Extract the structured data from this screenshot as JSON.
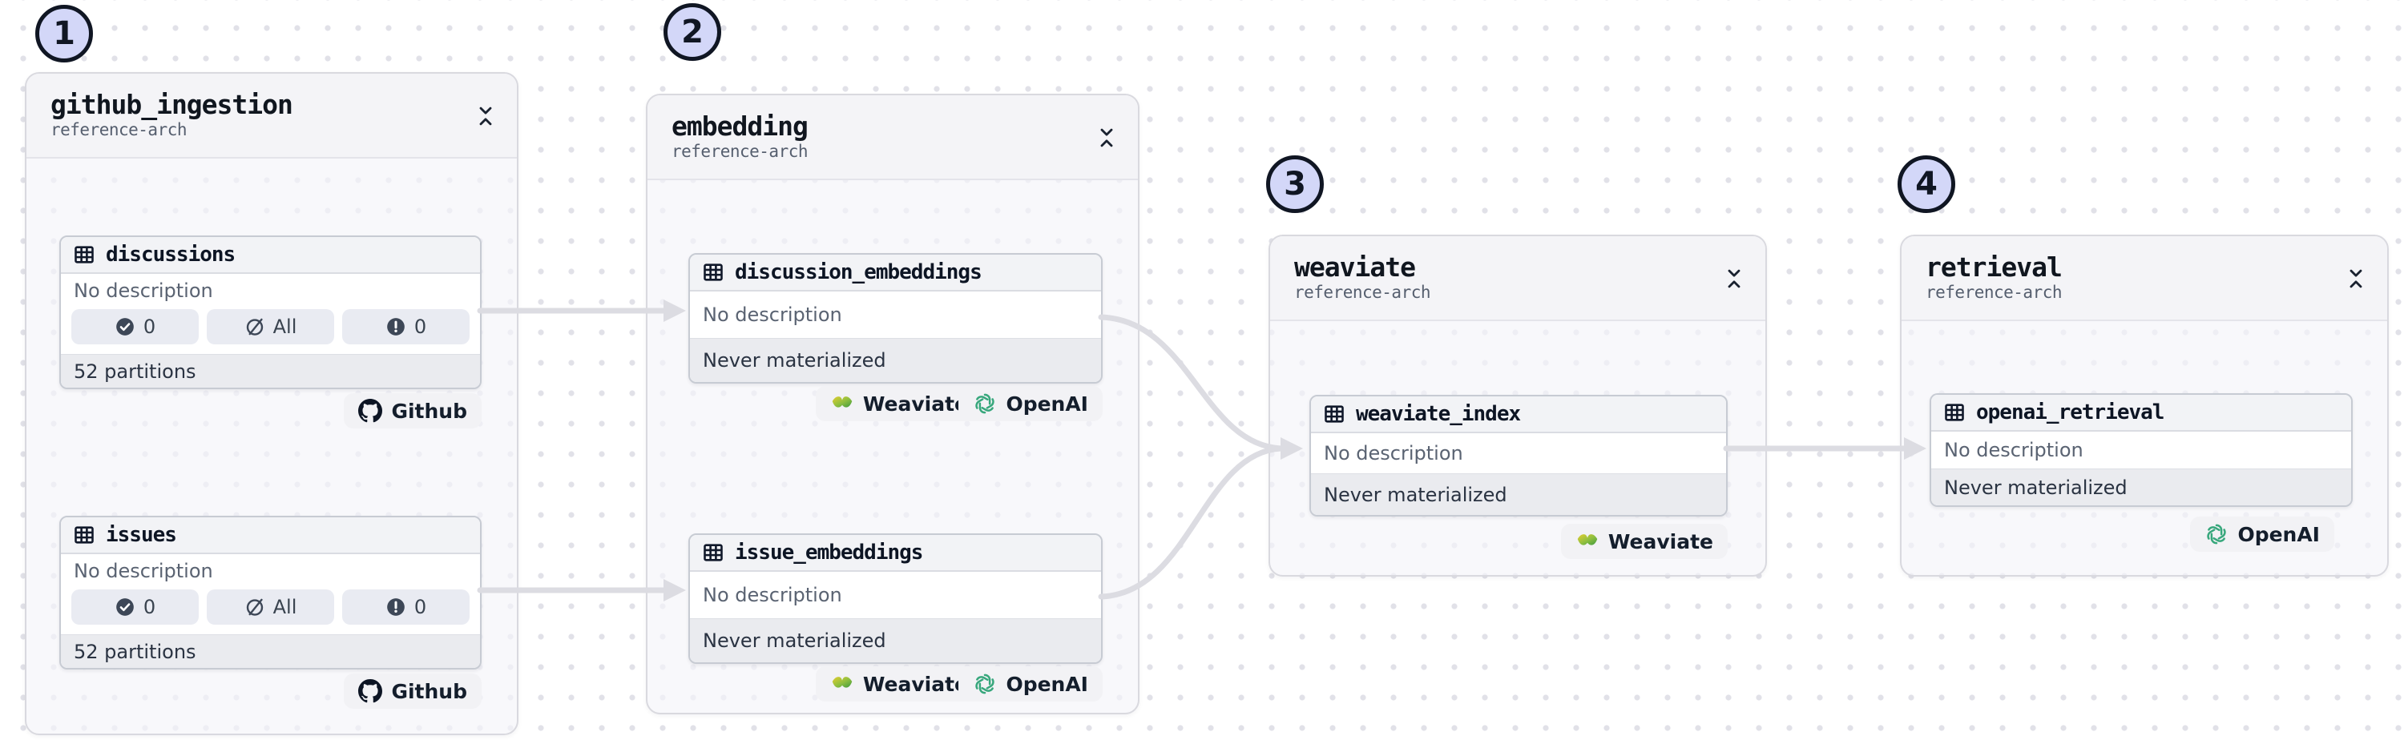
{
  "colors": {
    "step_badge_fill": "#D3D7F8",
    "step_badge_border": "#101623",
    "edge": "#DCDCE2",
    "badge_pill_bg": "#E9EBF2",
    "tag_pill_bg": "#F2F2F5",
    "group_bg": "#F5F5F9",
    "card_header_bg": "#F2F3F6",
    "muted_row_bg": "#EAEBEF",
    "openai_green": "#37A77C",
    "weaviate_green": "#3E9A3F",
    "weaviate_yellow": "#E3CE2F",
    "github_mark": "#0D1524"
  },
  "groups": [
    {
      "step": "1",
      "title": "github_ingestion",
      "subtitle": "reference-arch",
      "assets": [
        {
          "name": "discussions",
          "description": "No description",
          "badges": [
            {
              "icon": "check-circle",
              "label": "0"
            },
            {
              "icon": "slash-circle",
              "label": "All"
            },
            {
              "icon": "alert-circle",
              "label": "0"
            }
          ],
          "partitions": "52 partitions",
          "tags": [
            {
              "icon": "github",
              "label": "Github"
            }
          ]
        },
        {
          "name": "issues",
          "description": "No description",
          "badges": [
            {
              "icon": "check-circle",
              "label": "0"
            },
            {
              "icon": "slash-circle",
              "label": "All"
            },
            {
              "icon": "alert-circle",
              "label": "0"
            }
          ],
          "partitions": "52 partitions",
          "tags": [
            {
              "icon": "github",
              "label": "Github"
            }
          ]
        }
      ]
    },
    {
      "step": "2",
      "title": "embedding",
      "subtitle": "reference-arch",
      "assets": [
        {
          "name": "discussion_embeddings",
          "description": "No description",
          "status": "Never materialized",
          "tags": [
            {
              "icon": "weaviate",
              "label": "Weaviate"
            },
            {
              "icon": "openai",
              "label": "OpenAI"
            }
          ]
        },
        {
          "name": "issue_embeddings",
          "description": "No description",
          "status": "Never materialized",
          "tags": [
            {
              "icon": "weaviate",
              "label": "Weaviate"
            },
            {
              "icon": "openai",
              "label": "OpenAI"
            }
          ]
        }
      ]
    },
    {
      "step": "3",
      "title": "weaviate",
      "subtitle": "reference-arch",
      "assets": [
        {
          "name": "weaviate_index",
          "description": "No description",
          "status": "Never materialized",
          "tags": [
            {
              "icon": "weaviate",
              "label": "Weaviate"
            }
          ]
        }
      ]
    },
    {
      "step": "4",
      "title": "retrieval",
      "subtitle": "reference-arch",
      "assets": [
        {
          "name": "openai_retrieval",
          "description": "No description",
          "status": "Never materialized",
          "tags": [
            {
              "icon": "openai",
              "label": "OpenAI"
            }
          ]
        }
      ]
    }
  ]
}
